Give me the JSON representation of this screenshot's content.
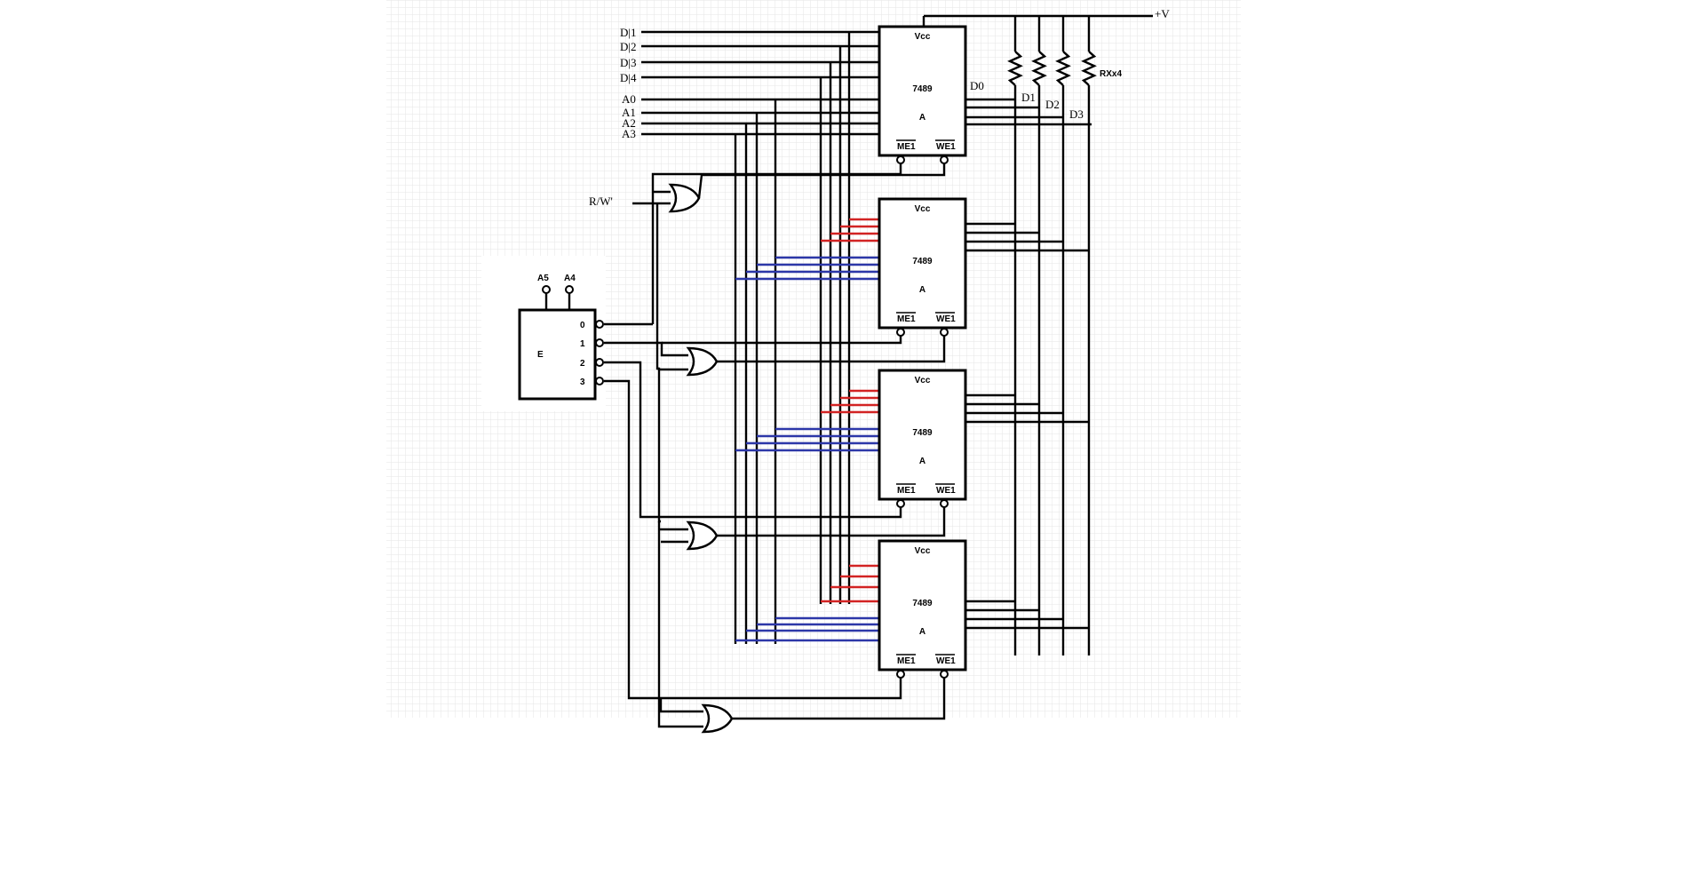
{
  "supply_label": "+V",
  "data_inputs": [
    "D|1",
    "D|2",
    "D|3",
    "D|4"
  ],
  "address_inputs": [
    "A0",
    "A1",
    "A2",
    "A3"
  ],
  "rw_label": "R/W'",
  "outputs": [
    "D0",
    "D1",
    "D2",
    "D3"
  ],
  "resistor_label": "RXx4",
  "decoder": {
    "label": "E",
    "select_inputs": [
      "A5",
      "A4"
    ],
    "outputs": [
      "0",
      "1",
      "2",
      "3"
    ]
  },
  "chip": {
    "vcc": "Vcc",
    "part": "7489",
    "name": "A",
    "me": "ME1",
    "we": "WE1"
  },
  "colors": {
    "wire": "#000000",
    "data_bus": "#d22323",
    "address_bus": "#2c37a8",
    "grid": "#e2e2e2"
  }
}
